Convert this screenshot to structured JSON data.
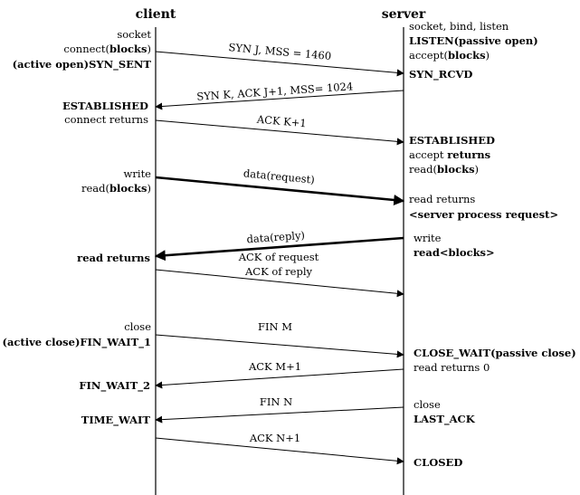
{
  "headers": {
    "client": "client",
    "server": "server"
  },
  "client_labels": {
    "socket": "socket",
    "connect_pre": "connect(",
    "connect_bold": "blocks",
    "connect_post": ")",
    "active_open_pre": "(active open)",
    "active_open_state": "SYN_SENT",
    "established": "ESTABLISHED",
    "connect_returns": "connect returns",
    "write": "write",
    "read_pre": "read(",
    "read_bold": "blocks",
    "read_post": ")",
    "read_returns": "read returns",
    "close": "close",
    "active_close_pre": "(active close)",
    "active_close_state": "FIN_WAIT_1",
    "fin_wait_2": "FIN_WAIT_2",
    "time_wait": "TIME_WAIT"
  },
  "server_labels": {
    "socket_bind_listen": "socket, bind, listen",
    "listen": "LISTEN(passive open)",
    "accept_pre": "accept(",
    "accept_bold": "blocks",
    "accept_post": ")",
    "syn_rcvd": "SYN_RCVD",
    "established": "ESTABLISHED",
    "accept_returns_pre": "accept ",
    "accept_returns_bold": "returns",
    "read_pre": "read(",
    "read_bold": "blocks",
    "read_post": ")",
    "read_returns": "read returns",
    "process_request": "<server process request>",
    "write": "write",
    "read_blocks": "read<blocks>",
    "close_wait": "CLOSE_WAIT(passive close)",
    "read_returns_0": "read returns 0",
    "close": "close",
    "last_ack": "LAST_ACK",
    "closed": "CLOSED"
  },
  "messages": {
    "syn_j": "SYN J, MSS = 1460",
    "syn_k": "SYN K, ACK J+1, MSS= 1024",
    "ack_k1": "ACK K+1",
    "data_request": "data(request)",
    "data_reply": "data(reply)",
    "ack_of_request": "ACK of request",
    "ack_of_reply": "ACK of reply",
    "fin_m": "FIN M",
    "ack_m1": "ACK M+1",
    "fin_n": "FIN N",
    "ack_n1": "ACK N+1"
  }
}
